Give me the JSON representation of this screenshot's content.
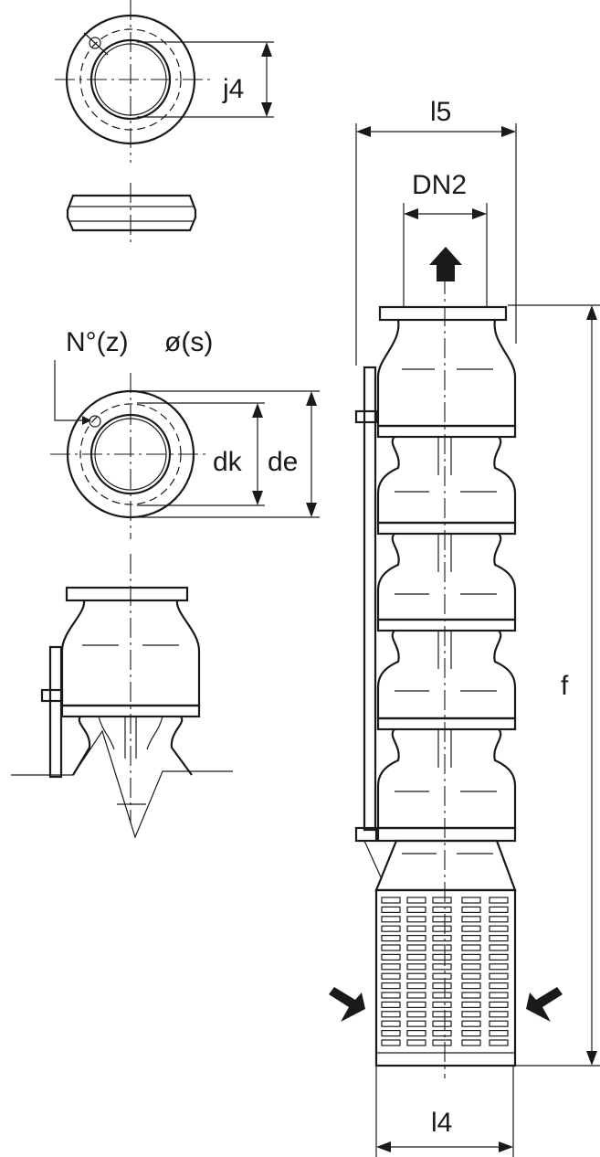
{
  "labels": {
    "j4": "j4",
    "l5": "l5",
    "dn2": "DN2",
    "nz": "N°(z)",
    "os": "ø(s)",
    "dk": "dk",
    "de": "de",
    "f": "f",
    "l4": "l4"
  },
  "colors": {
    "line": "#1a1a1a",
    "background": "#ffffff"
  },
  "icons": {
    "outlet_arrow": "arrow-up-icon",
    "inlet_arrow_left": "arrow-inlet-left-icon",
    "inlet_arrow_right": "arrow-inlet-right-icon"
  }
}
